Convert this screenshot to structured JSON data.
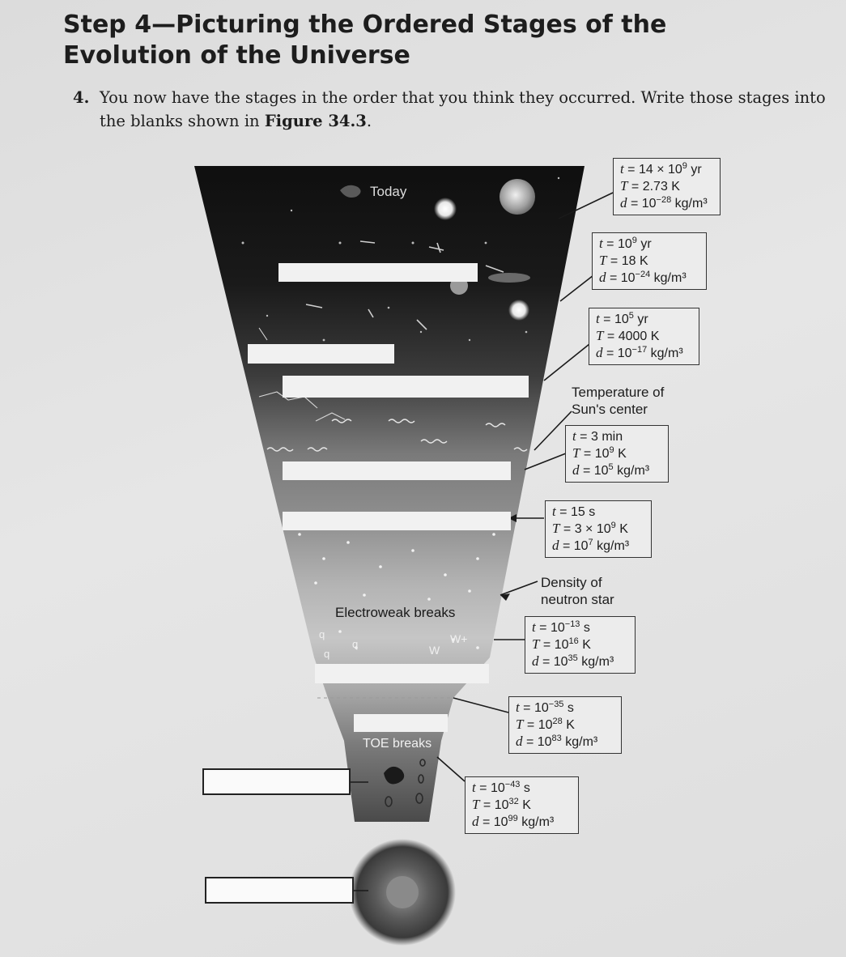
{
  "header": {
    "title": "Step 4—Picturing the Ordered Stages of the Evolution of the Universe"
  },
  "question": {
    "number": "4.",
    "text_a": "You now have the stages in the order that you think they occurred. Write those stages into the blanks shown in ",
    "figure_ref": "Figure 34.3",
    "text_b": "."
  },
  "figure": {
    "labels": {
      "today": "Today",
      "electroweak": "Electroweak breaks",
      "toe": "TOE breaks",
      "w": "W",
      "w_plus": "W+",
      "q": "q"
    },
    "notes": {
      "sun_center": [
        "Temperature of",
        "Sun's center"
      ],
      "neutron_star": [
        "Density of",
        "neutron star"
      ]
    },
    "stages": [
      {
        "t_val": "14 × 10",
        "t_exp": "9",
        "t_unit": " yr",
        "T_val": "2.73 K",
        "T_exp": "",
        "T_unit": "",
        "d_val": "10",
        "d_exp": "−28",
        "d_unit": " kg/m³"
      },
      {
        "t_val": "10",
        "t_exp": "9",
        "t_unit": " yr",
        "T_val": "18 K",
        "T_exp": "",
        "T_unit": "",
        "d_val": "10",
        "d_exp": "−24",
        "d_unit": " kg/m³"
      },
      {
        "t_val": "10",
        "t_exp": "5",
        "t_unit": " yr",
        "T_val": "4000 K",
        "T_exp": "",
        "T_unit": "",
        "d_val": "10",
        "d_exp": "−17",
        "d_unit": " kg/m³"
      },
      {
        "t_val": "3 min",
        "t_exp": "",
        "t_unit": "",
        "T_val": "10",
        "T_exp": "9",
        "T_unit": " K",
        "d_val": "10",
        "d_exp": "5",
        "d_unit": " kg/m³"
      },
      {
        "t_val": "15 s",
        "t_exp": "",
        "t_unit": "",
        "T_val": "3 × 10",
        "T_exp": "9",
        "T_unit": " K",
        "d_val": "10",
        "d_exp": "7",
        "d_unit": " kg/m³"
      },
      {
        "t_val": "10",
        "t_exp": "−13",
        "t_unit": " s",
        "T_val": "10",
        "T_exp": "16",
        "T_unit": " K",
        "d_val": "10",
        "d_exp": "35",
        "d_unit": " kg/m³"
      },
      {
        "t_val": "10",
        "t_exp": "−35",
        "t_unit": " s",
        "T_val": "10",
        "T_exp": "28",
        "T_unit": " K",
        "d_val": "10",
        "d_exp": "83",
        "d_unit": " kg/m³"
      },
      {
        "t_val": "10",
        "t_exp": "−43",
        "t_unit": " s",
        "T_val": "10",
        "T_exp": "32",
        "T_unit": " K",
        "d_val": "10",
        "d_exp": "99",
        "d_unit": " kg/m³"
      }
    ],
    "var_t": "t",
    "var_T": "T",
    "var_d": "d",
    "eq": " = "
  }
}
